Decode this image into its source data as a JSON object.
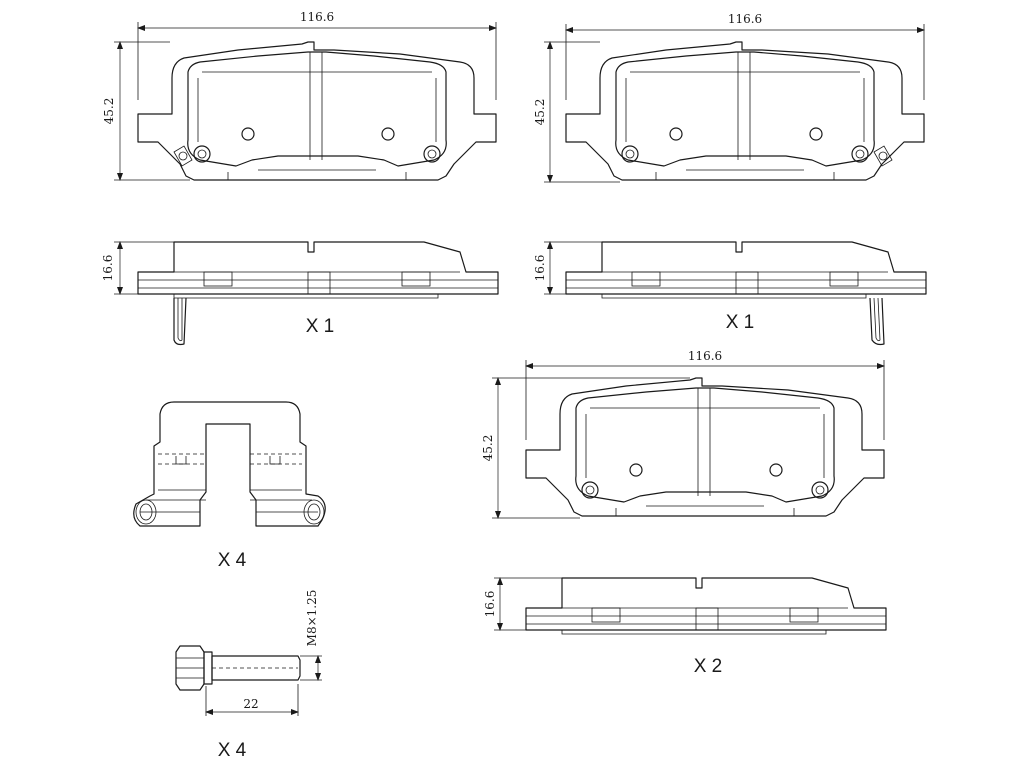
{
  "drawing": {
    "pad_outer_top_left": {
      "width_label": "116.6",
      "height_label": "45.2",
      "thickness_label": "16.6",
      "quantity_label": "X 1"
    },
    "pad_outer_top_right": {
      "width_label": "116.6",
      "height_label": "45.2",
      "thickness_label": "16.6",
      "quantity_label": "X 1"
    },
    "pad_inner": {
      "width_label": "116.6",
      "height_label": "45.2",
      "thickness_label": "16.6",
      "quantity_label": "X 2"
    },
    "guide_clip": {
      "quantity_label": "X 4"
    },
    "bolt": {
      "thread_label": "M8×1.25",
      "length_label": "22",
      "quantity_label": "X 4"
    }
  },
  "colors": {
    "line": "#1a1a1a",
    "background": "#ffffff"
  }
}
